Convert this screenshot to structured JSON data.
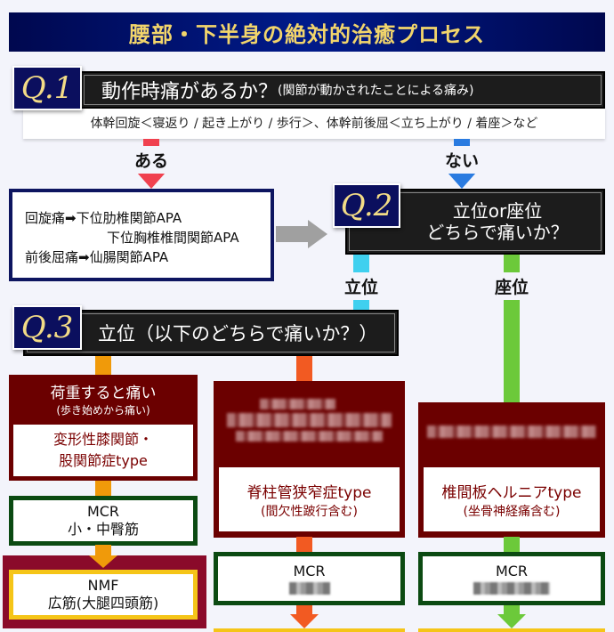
{
  "title": "腰部・下半身の絶対的治癒プロセス",
  "q1": {
    "badge": "Q.1",
    "question": "動作時痛があるか？",
    "note": "(関節が動かされたことによる痛み)",
    "examples": "体幹回旋＜寝返り / 起き上がり / 歩行＞、体幹前後屈＜立ち上がり / 着座＞など",
    "yes": "ある",
    "no": "ない"
  },
  "apa": {
    "line1": "回旋痛➡下位肋椎関節APA",
    "line2": "下位胸椎椎間関節APA",
    "line3": "前後屈痛➡仙腸関節APA"
  },
  "q2": {
    "badge": "Q.2",
    "line1": "立位or座位",
    "line2": "どちらで痛いか？",
    "standing": "立位",
    "sitting": "座位"
  },
  "q3": {
    "badge": "Q.3",
    "question": "立位（以下のどちらで痛いか？）"
  },
  "col1": {
    "head1": "荷重すると痛い",
    "head2": "(歩き始めから痛い)",
    "type1": "変形性膝関節・",
    "type2": "股関節症type",
    "mcr1": "MCR",
    "mcr2": "小・中臀筋",
    "nmf1": "NMF",
    "nmf2": "広筋(大腿四頭筋)"
  },
  "col2": {
    "type1": "脊柱管狭窄症type",
    "type2": "(間欠性跛行含む)",
    "mcr1": "MCR"
  },
  "col3": {
    "type1": "椎間板ヘルニアtype",
    "type2": "(坐骨神経痛含む)",
    "mcr1": "MCR"
  },
  "colors": {
    "navy": "#0b0f5e",
    "gold": "#f2d56b",
    "red_arrow": "#f0414f",
    "blue_arrow": "#2a7be0",
    "cyan": "#3fd0ef",
    "green": "#6cc93a",
    "orange": "#f09a0a",
    "orange_red": "#f25a22",
    "maroon": "#6b0000"
  }
}
